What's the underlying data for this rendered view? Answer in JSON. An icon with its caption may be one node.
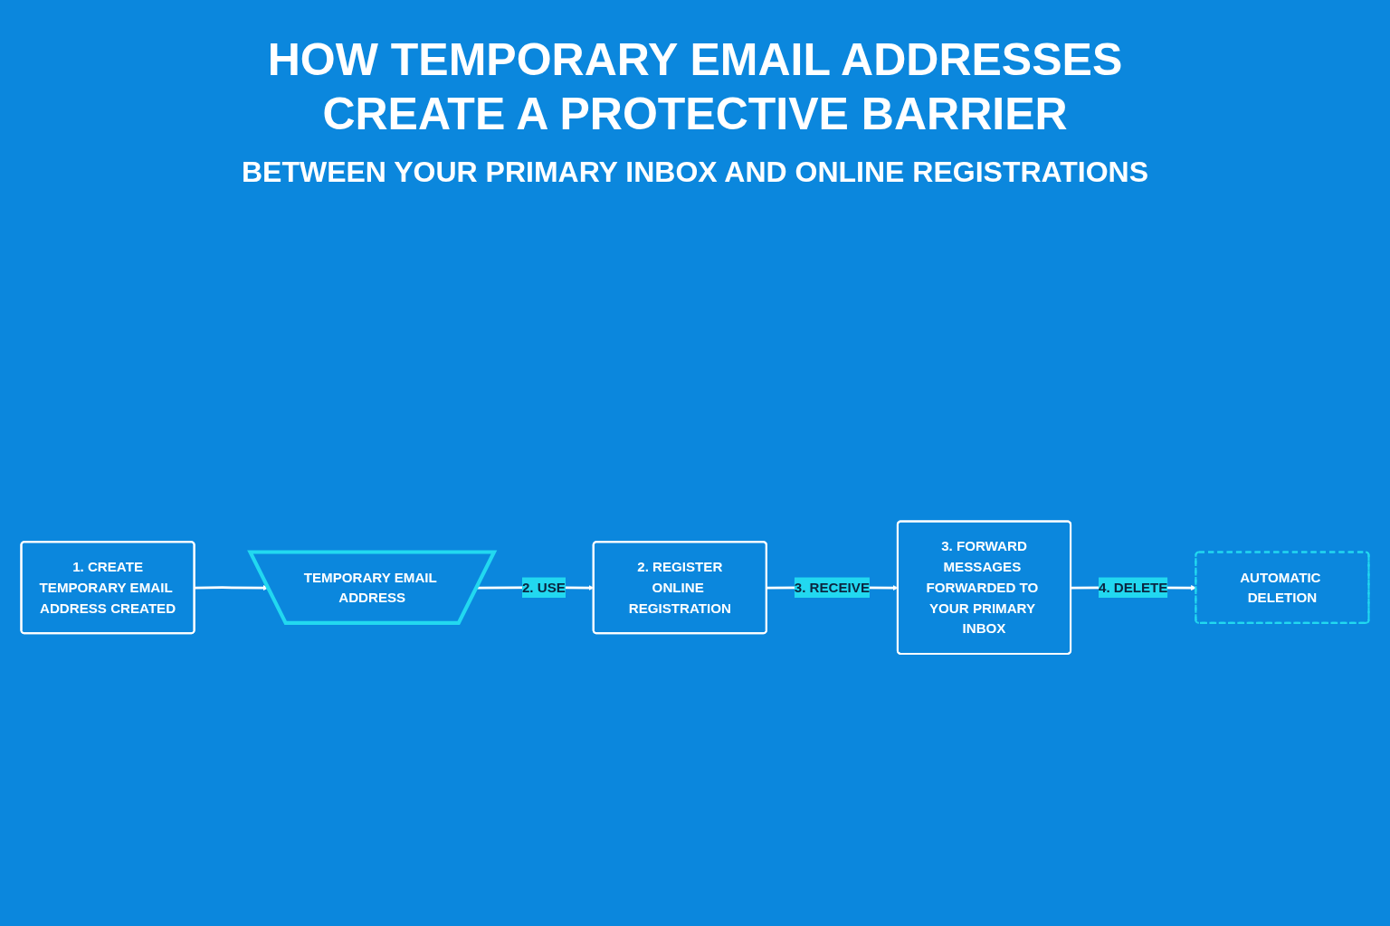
{
  "diagram": {
    "title": "HOW TEMPORARY EMAIL ADDRESSES CREATE A PROTECTIVE BARRIER",
    "nodes": [
      {
        "text": [
          "1. CREATE",
          "TEMPORARY EMAIL ADDRESS CREATED"
        ]
      },
      {
        "text": [
          "TEMPORARY EMAIL ADDRESS"
        ]
      },
      {
        "text": [
          "2. REGISTER",
          "ONLINE REGISTRATION"
        ]
      },
      {
        "text": [
          "3. FORWARD",
          "MESSAGES FORWARDED TO YOUR PRIMARY INBOX"
        ]
      },
      {
        "text": [
          "AUTOMATIC DELETION"
        ]
      }
    ],
    "edges": [
      {
        "from": 0,
        "to": 1,
        "arrow": "to"
      },
      {
        "from": 1,
        "to": 2,
        "arrow": "to",
        "label": "2. USE"
      },
      {
        "from": 2,
        "to": 3,
        "arrow": "to",
        "label": "3. RECEIVE"
      },
      {
        "from": 3,
        "to": 4,
        "arrow": "to",
        "label": "4. DELETE"
      }
    ],
    "labels": [
      "BETWEEN YOUR PRIMARY INBOX AND ONLINE REGISTRATIONS"
    ]
  }
}
